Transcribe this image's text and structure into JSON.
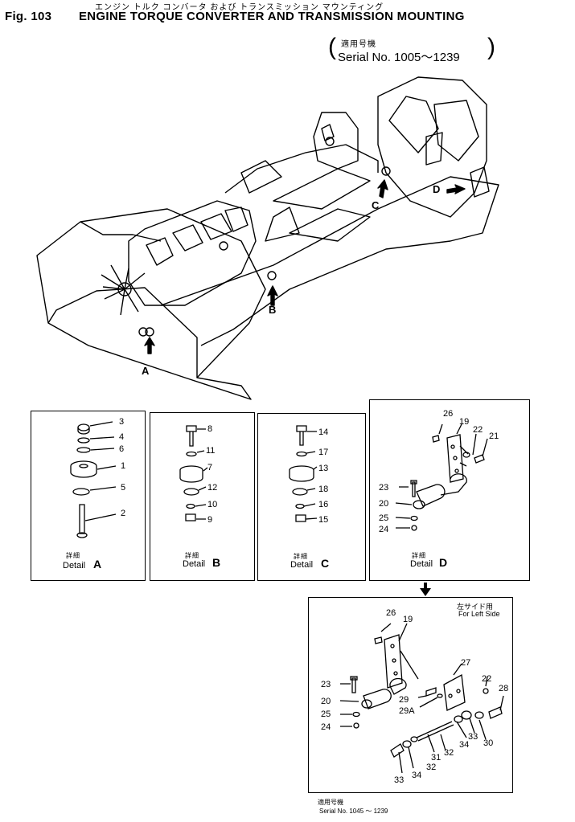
{
  "header": {
    "fig": "Fig. 103",
    "jp_title": "エンジン トルク コンバータ および トランスミッション マウンティング",
    "title": "ENGINE TORQUE CONVERTER AND TRANSMISSION MOUNTING",
    "jp_applic": "適用号機",
    "serial": "Serial No. 1005～1239"
  },
  "main_view": {
    "markers": [
      "A",
      "B",
      "C",
      "D"
    ]
  },
  "details": {
    "a": {
      "jp": "詳細",
      "label": "Detail",
      "letter": "A",
      "parts": [
        "3",
        "4",
        "6",
        "1",
        "5",
        "2"
      ]
    },
    "b": {
      "jp": "詳細",
      "label": "Detail",
      "letter": "B",
      "parts": [
        "8",
        "11",
        "7",
        "12",
        "10",
        "9"
      ]
    },
    "c": {
      "jp": "詳細",
      "label": "Detail",
      "letter": "C",
      "parts": [
        "14",
        "17",
        "13",
        "18",
        "16",
        "15"
      ]
    },
    "d": {
      "jp": "詳細",
      "label": "Detail",
      "letter": "D",
      "parts": [
        "26",
        "19",
        "22",
        "21",
        "23",
        "20",
        "25",
        "24"
      ]
    }
  },
  "left_side": {
    "jp": "左サイド用",
    "label": "For Left Side",
    "parts": [
      "26",
      "19",
      "27",
      "22",
      "28",
      "23",
      "20",
      "29",
      "29A",
      "25",
      "24",
      "33",
      "30",
      "34",
      "32",
      "31",
      "33",
      "34",
      "32"
    ],
    "jp_applic": "適用号機",
    "serial": "Serial No. 1045 ～ 1239"
  }
}
